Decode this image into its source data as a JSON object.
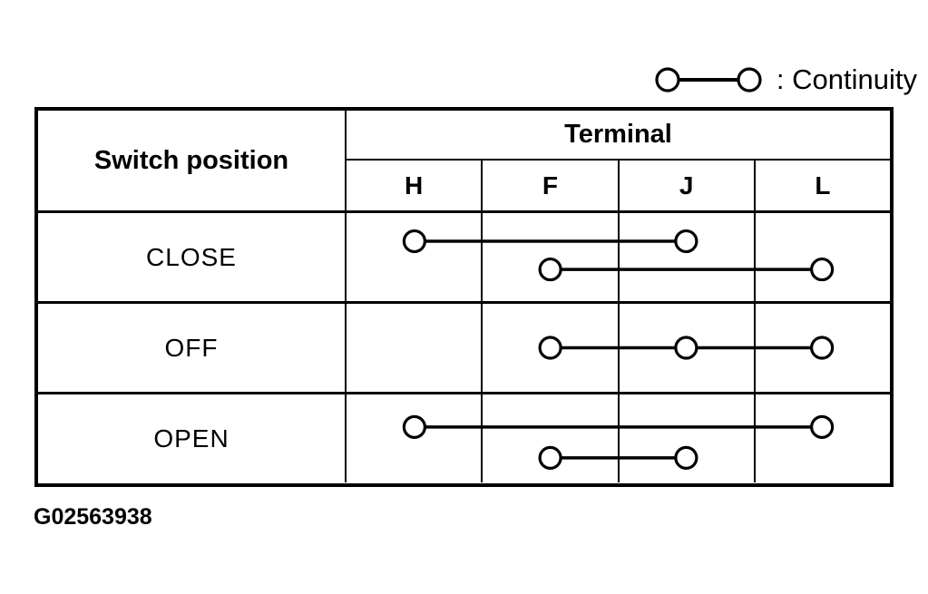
{
  "legend": {
    "label": ": Continuity",
    "symbol": "two circles joined by a line"
  },
  "table": {
    "corner_header": "Switch position",
    "group_header": "Terminal",
    "terminals": [
      "H",
      "F",
      "J",
      "L"
    ],
    "rows": [
      {
        "label": "CLOSE",
        "connections": [
          {
            "terminals": [
              "H",
              "J"
            ],
            "level": 0.32
          },
          {
            "terminals": [
              "F",
              "L"
            ],
            "level": 0.64
          }
        ]
      },
      {
        "label": "OFF",
        "connections": [
          {
            "terminals": [
              "F",
              "J",
              "L"
            ],
            "level": 0.5
          }
        ]
      },
      {
        "label": "OPEN",
        "connections": [
          {
            "terminals": [
              "H",
              "L"
            ],
            "level": 0.37
          },
          {
            "terminals": [
              "F",
              "J"
            ],
            "level": 0.72
          }
        ]
      }
    ]
  },
  "caption": "G02563938",
  "colors": {
    "ink": "#000000",
    "background": "#ffffff"
  }
}
